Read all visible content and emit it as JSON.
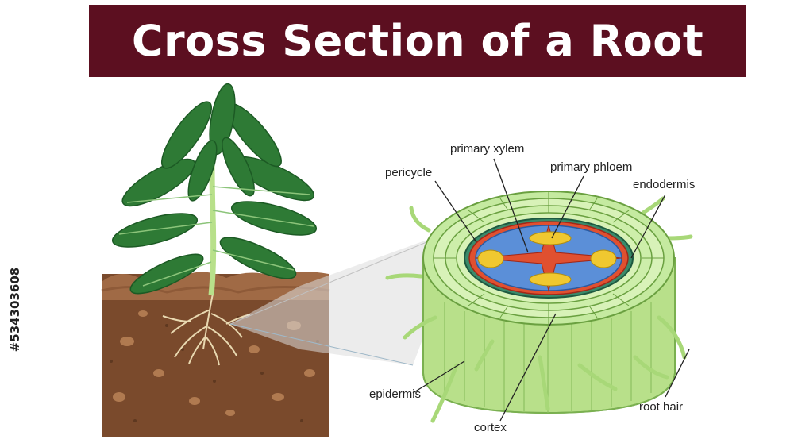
{
  "title": "Cross Section of a Root",
  "image_id_text": "#534303608",
  "labels": {
    "primary_xylem": "primary xylem",
    "pericycle": "pericycle",
    "primary_phloem": "primary phloem",
    "endodermis": "endodermis",
    "epidermis": "epidermis",
    "cortex": "cortex",
    "root_hair": "root hair"
  },
  "colors": {
    "title_background": "#5c0f20",
    "title_text": "#ffffff",
    "soil": "#7a4a2c",
    "leaf": "#2e7a35",
    "root_green": "#9ad46a",
    "pericycle_red": "#e05030",
    "phloem_blue": "#5b8fd8",
    "xylem_yellow": "#f0c830"
  }
}
